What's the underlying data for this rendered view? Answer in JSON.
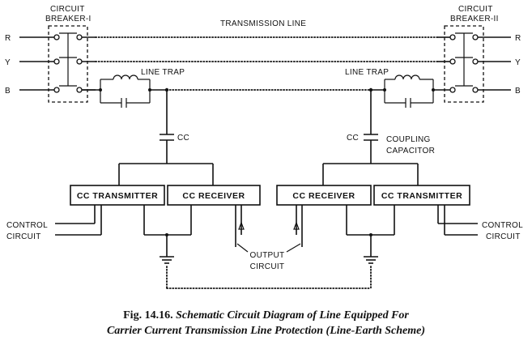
{
  "labels": {
    "breaker1": [
      "CIRCUIT",
      "BREAKER-I"
    ],
    "breaker2": [
      "CIRCUIT",
      "BREAKER-II"
    ],
    "transmission_line": "TRANSMISSION LINE",
    "phases": [
      "R",
      "Y",
      "B"
    ],
    "line_trap": "LINE TRAP",
    "cc": "CC",
    "coupling_capacitor": [
      "COUPLING",
      "CAPACITOR"
    ],
    "cc_transmitter": "CC TRANSMITTER",
    "cc_receiver": "CC RECEIVER",
    "control_circuit": [
      "CONTROL",
      "CIRCUIT"
    ],
    "output_circuit": [
      "OUTPUT",
      "CIRCUIT"
    ]
  },
  "caption": {
    "figure_number": "Fig. 14.16.",
    "line1": "Schematic Circuit Diagram of Line Equipped For",
    "line2": "Carrier Current Transmission Line Protection (Line-Earth Scheme)"
  },
  "colors": {
    "ink": "#111111",
    "background": "#ffffff"
  }
}
